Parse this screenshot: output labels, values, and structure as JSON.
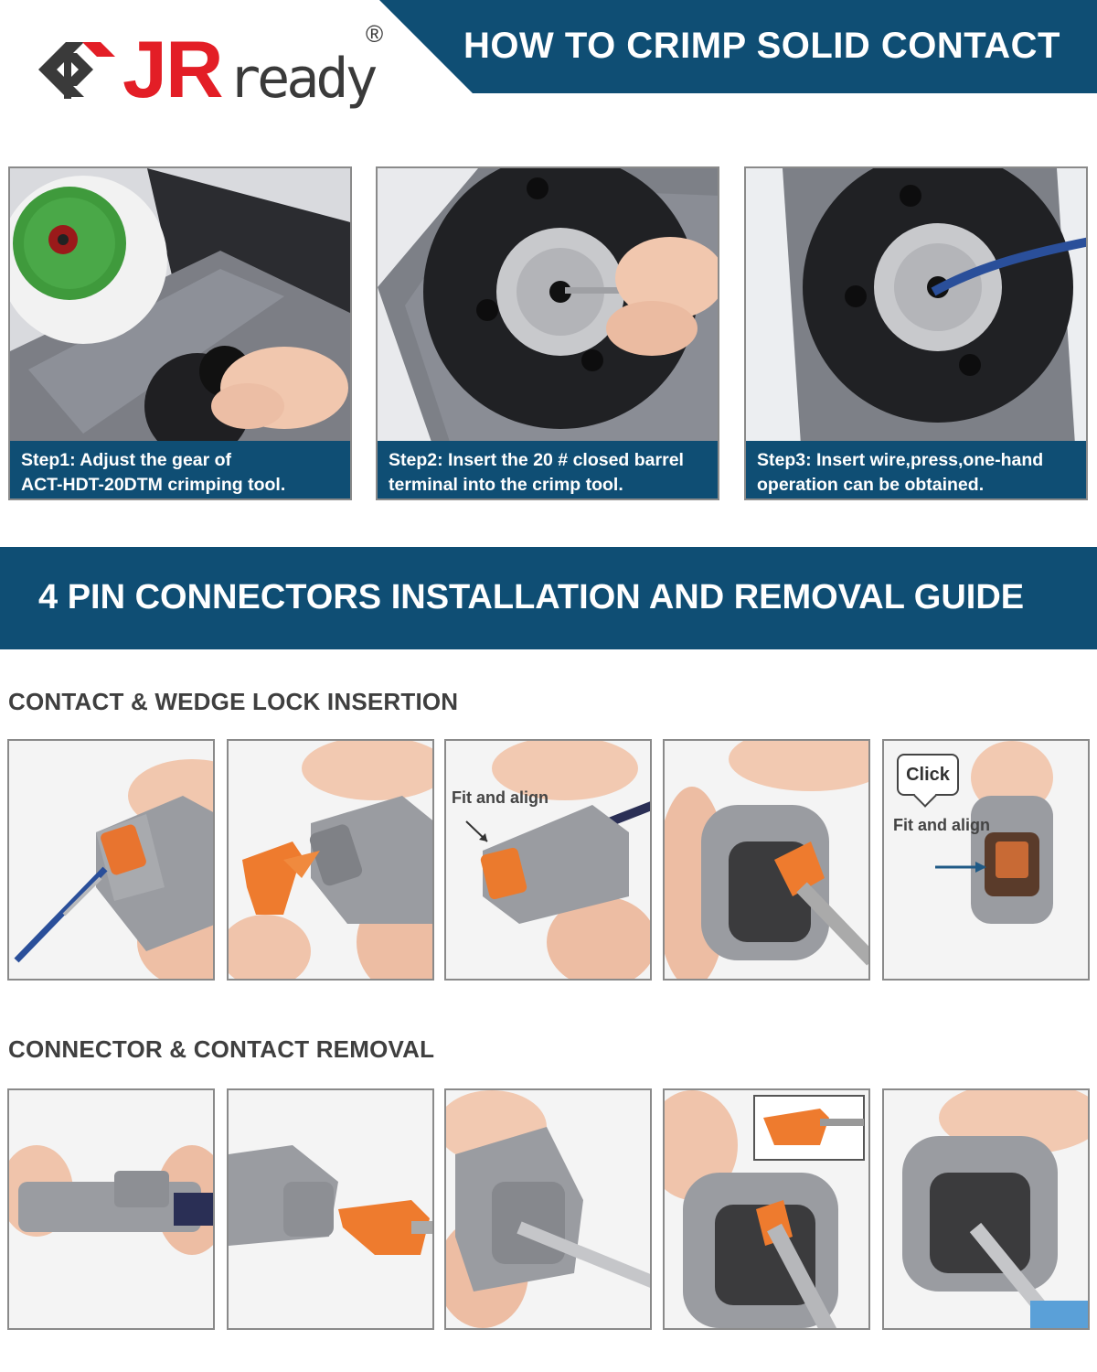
{
  "brand": {
    "name_primary": "JR",
    "name_secondary": "ready",
    "registered_mark": "®",
    "color_red": "#e31e26",
    "color_navy": "#0f4e74"
  },
  "header": {
    "title": "HOW TO CRIMP SOLID CONTACT"
  },
  "steps": [
    {
      "caption_line1": "Step1: Adjust the gear of",
      "caption_line2": "ACT-HDT-20DTM crimping tool."
    },
    {
      "caption_line1": "Step2: Insert the 20 # closed barrel",
      "caption_line2": "terminal into the crimp tool."
    },
    {
      "caption_line1": "Step3: Insert wire,press,one-hand",
      "caption_line2": "operation can be obtained."
    }
  ],
  "guide": {
    "title": "4 PIN CONNECTORS INSTALLATION AND REMOVAL GUIDE",
    "insertion_heading": "CONTACT & WEDGE LOCK INSERTION",
    "removal_heading": "CONNECTOR & CONTACT REMOVAL",
    "fit_label": "Fit and align",
    "click_label": "Click"
  }
}
